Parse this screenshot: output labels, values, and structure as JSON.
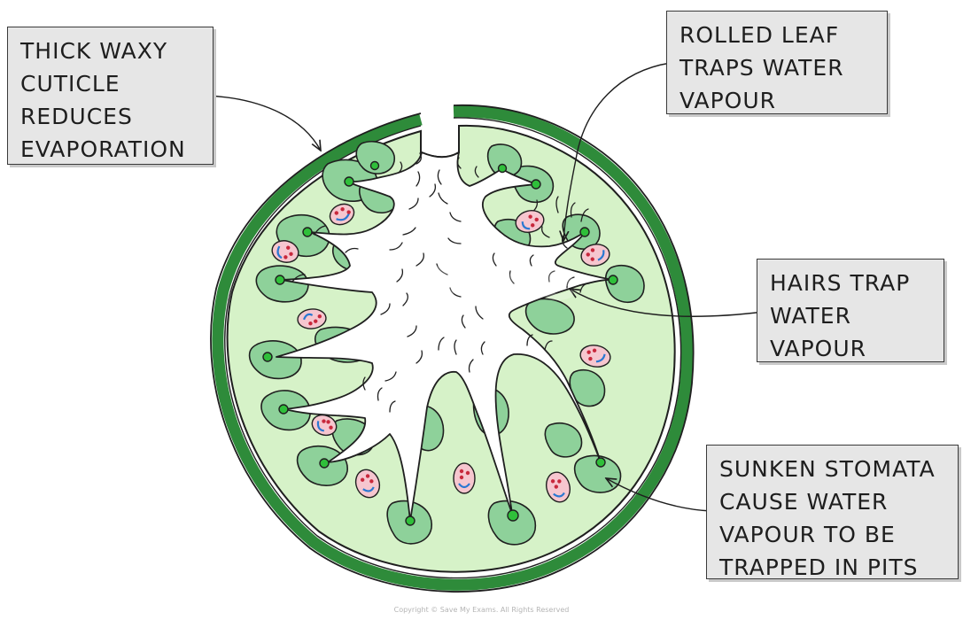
{
  "labels": {
    "cuticle": [
      "THICK  WAXY",
      "CUTICLE",
      "REDUCES",
      "EVAPORATION"
    ],
    "rolled": [
      "ROLLED  LEAF",
      "TRAPS  WATER",
      "VAPOUR"
    ],
    "hairs": [
      "HAIRS  TRAP",
      "WATER",
      "VAPOUR"
    ],
    "stomata": [
      "SUNKEN  STOMATA",
      "CAUSE  WATER",
      "VAPOUR  TO  BE",
      "TRAPPED  IN  PITS"
    ]
  },
  "copyright": "Copyright © Save My Exams. All Rights Reserved",
  "colors": {
    "cuticle": "#2e8b3a",
    "mesophyll": "#d6f2c8",
    "cell_group": "#8ed19a",
    "stoma_dot": "#2fbf3a",
    "bundle_fill": "#f6c6cf",
    "bundle_dot": "#c8283c",
    "bundle_arc": "#2a78d2"
  }
}
